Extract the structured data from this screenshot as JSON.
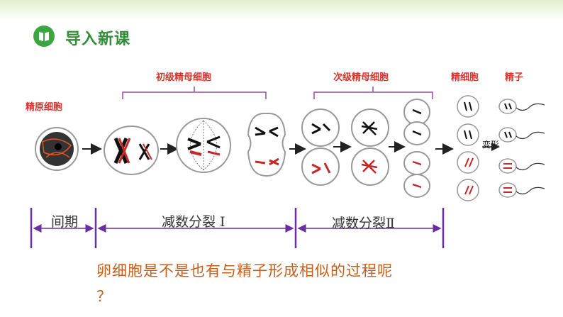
{
  "header": {
    "title": "导入新课",
    "icon": "open-book-icon",
    "accent": "#3aa541",
    "title_color": "#2f8f36"
  },
  "diagram": {
    "labels": {
      "spermatogonium": "精原细胞",
      "primary_spermatocyte": "初级精母细胞",
      "secondary_spermatocyte": "次级精母细胞",
      "spermatid": "精细胞",
      "sperm": "精子",
      "transform": "变形"
    },
    "label_color": "#d9342b"
  },
  "timeline": {
    "stages": [
      "间期",
      "减数分裂 Ⅰ",
      "减数分裂Ⅱ"
    ],
    "line_color": "#6a2fa0"
  },
  "question": {
    "line1": "卵细胞是不是也有与精子形成相似的过程呢",
    "line2": "？",
    "color": "#c4601c"
  }
}
